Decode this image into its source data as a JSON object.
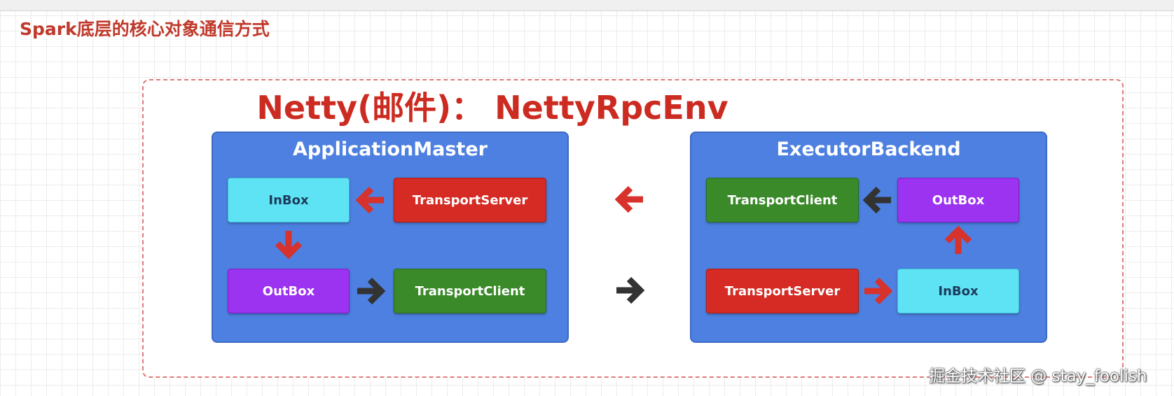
{
  "header": {
    "title": "Spark底层的核心对象通信方式"
  },
  "diagram": {
    "title": "Netty(邮件)：  NettyRpcEnv",
    "left_panel": {
      "title": "ApplicationMaster",
      "inbox": "InBox",
      "outbox": "OutBox",
      "server": "TransportServer",
      "client": "TransportClient"
    },
    "right_panel": {
      "title": "ExecutorBackend",
      "client": "TransportClient",
      "outbox": "OutBox",
      "server": "TransportServer",
      "inbox": "InBox"
    }
  },
  "colors": {
    "panel": "#4d80e0",
    "inbox": "#5ee3f5",
    "outbox": "#9b33f0",
    "transport_server": "#d52b24",
    "transport_client": "#3a8a2a",
    "arrow_red": "#d7322b",
    "arrow_dark": "#333333",
    "title_red": "#cc2b21"
  },
  "watermark": "掘金技术社区 @ stay_foolish"
}
